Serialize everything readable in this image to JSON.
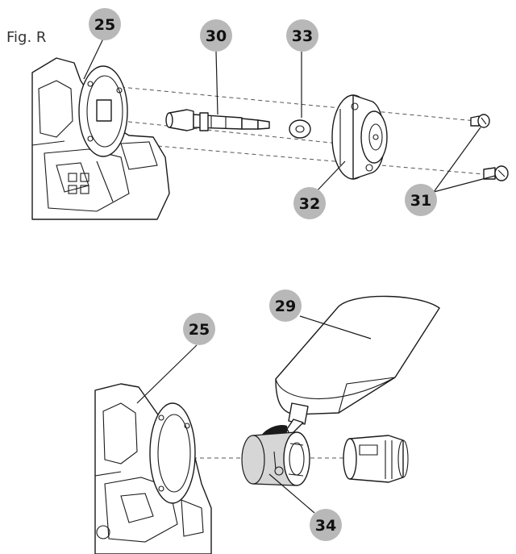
{
  "figure": {
    "label": "Fig. R"
  },
  "callouts": {
    "c25_top": "25",
    "c30": "30",
    "c33": "33",
    "c32": "32",
    "c31": "31",
    "c29": "29",
    "c25_bottom": "25",
    "c34": "34"
  },
  "colors": {
    "callout_fill": "#b8b8b8",
    "line": "#1a1a1a",
    "background": "#ffffff"
  }
}
